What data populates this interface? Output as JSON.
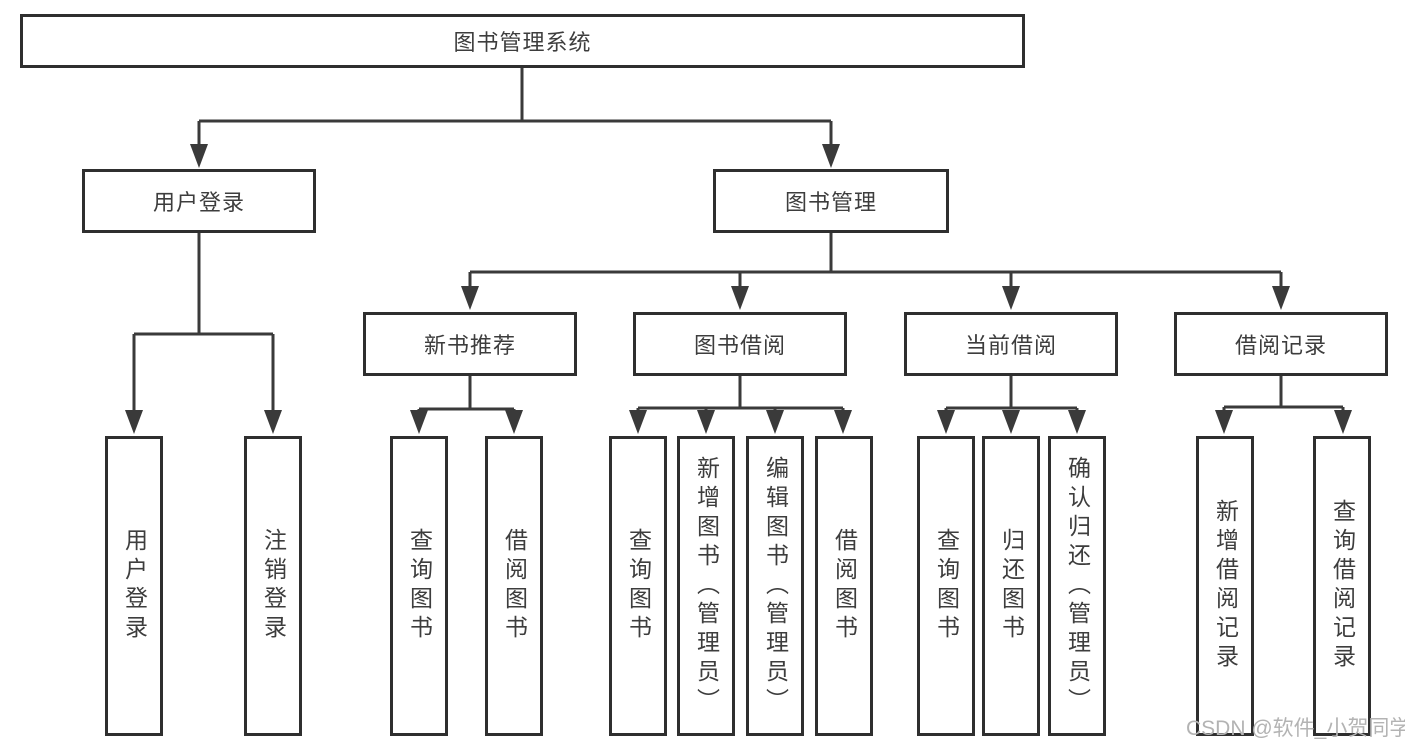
{
  "diagram": {
    "root": {
      "label": "图书管理系统"
    },
    "children": [
      {
        "label": "用户登录",
        "children": [
          {
            "label": "用户登录"
          },
          {
            "label": "注销登录"
          }
        ]
      },
      {
        "label": "图书管理",
        "children": [
          {
            "label": "新书推荐",
            "children": [
              {
                "label": "查询图书"
              },
              {
                "label": "借阅图书"
              }
            ]
          },
          {
            "label": "图书借阅",
            "children": [
              {
                "label": "查询图书"
              },
              {
                "label": "新增图书（管理员）"
              },
              {
                "label": "编辑图书（管理员）"
              },
              {
                "label": "借阅图书"
              }
            ]
          },
          {
            "label": "当前借阅",
            "children": [
              {
                "label": "查询图书"
              },
              {
                "label": "归还图书"
              },
              {
                "label": "确认归还（管理员）"
              }
            ]
          },
          {
            "label": "借阅记录",
            "children": [
              {
                "label": "新增借阅记录"
              },
              {
                "label": "查询借阅记录"
              }
            ]
          }
        ]
      }
    ]
  },
  "watermark": {
    "text": "CSDN @软件_小贺同学"
  },
  "colors": {
    "line": "#3a3a3a",
    "box_border": "#2f2f2f",
    "box_background": "#ffffff",
    "text": "#3d3d3d",
    "watermark": "#b3b3b3",
    "page_background": "#ffffff"
  }
}
